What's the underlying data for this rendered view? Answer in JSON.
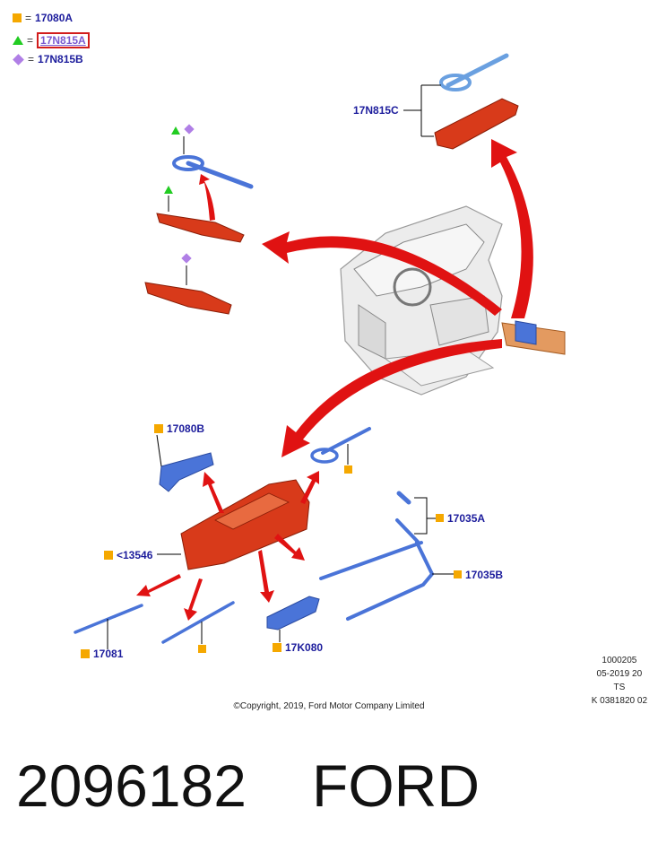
{
  "legend": [
    {
      "symbol": "square",
      "eq": "=",
      "code": "17080A"
    },
    {
      "symbol": "triangle",
      "eq": "=",
      "code": "17N815A"
    },
    {
      "symbol": "diamond",
      "eq": "=",
      "code": "17N815B"
    }
  ],
  "callouts": {
    "c17N815C": "17N815C",
    "c17080B": "17080B",
    "c13546": "<13546",
    "c17035A": "17035A",
    "c17035B": "17035B",
    "c17081": "17081",
    "c17K080": "17K080"
  },
  "stamp": {
    "line1": "1000205",
    "line2": "05-2019 20",
    "line3": "TS",
    "line4": "K 0381820 02"
  },
  "copyright": "©Copyright, 2019, Ford Motor Company Limited",
  "part_number": "2096182",
  "brand": "FORD",
  "colors": {
    "part_red": "#d83a1a",
    "part_blue": "#4a74d8",
    "arrow_red": "#e01212",
    "label_blue": "#1c1c9c",
    "highlight_box": "#d21c1c"
  }
}
